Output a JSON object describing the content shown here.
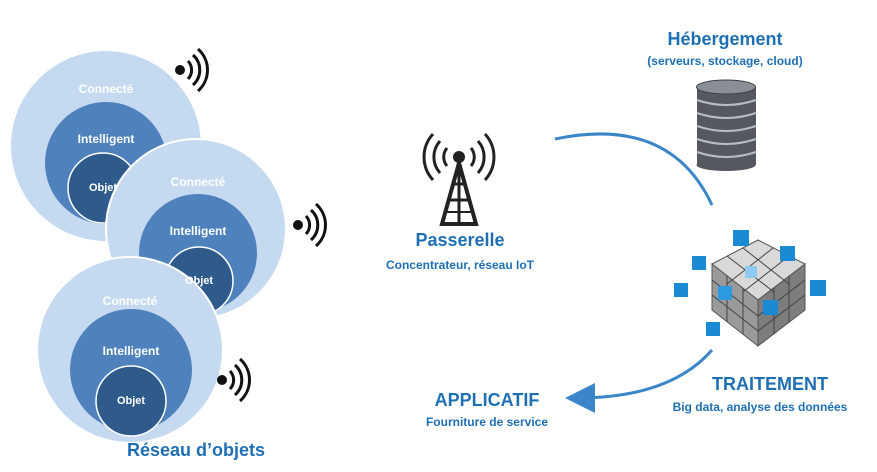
{
  "colors": {
    "accent": "#1f6fb4",
    "outer_circle": "#c5d9f1",
    "middle_circle": "#4f81bd",
    "inner_circle": "#2f5b8c",
    "arrow": "#3a86c8"
  },
  "objects": [
    {
      "outer": "Connecté",
      "middle": "Intelligent",
      "inner": "Objet"
    },
    {
      "outer": "Connecté",
      "middle": "Intelligent",
      "inner": "Objet"
    },
    {
      "outer": "Connecté",
      "middle": "Intelligent",
      "inner": "Objet"
    }
  ],
  "network_label": "Réseau d’objets",
  "gateway": {
    "title": "Passerelle",
    "subtitle": "Concentrateur, réseau IoT",
    "icon": "antenna-tower-icon"
  },
  "hosting": {
    "title": "Hébergement",
    "subtitle": "(serveurs, stockage, cloud)",
    "icon": "database-icon"
  },
  "processing": {
    "title": "TRAITEMENT",
    "subtitle": "Big data, analyse des données",
    "icon": "cube-icon"
  },
  "application": {
    "title": "APPLICATIF",
    "subtitle": "Fourniture de service"
  }
}
